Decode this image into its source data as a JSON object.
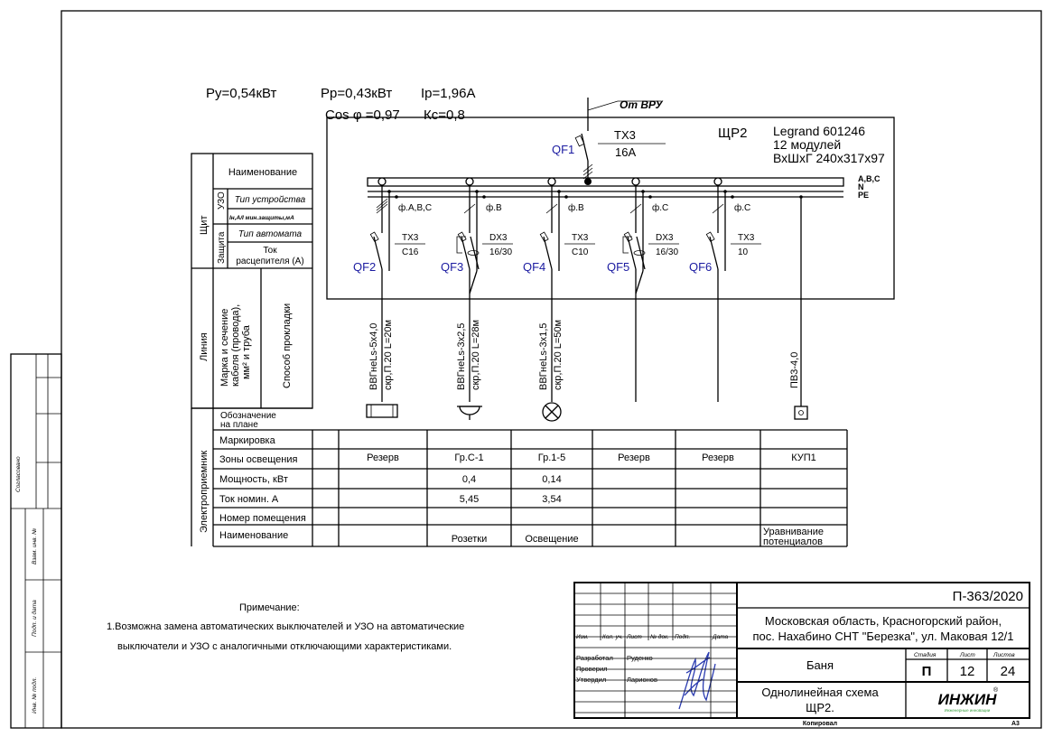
{
  "header_params": {
    "py": "Ру=0,54кВт",
    "pp": "Рр=0,43кВт",
    "ip": "Iр=1,96А",
    "cos": "Cos φ =0,97",
    "kc": "Кс=0,8"
  },
  "board": {
    "source": "От ВРУ",
    "qf1_label": "QF1",
    "qf1_type": "TX3",
    "qf1_rating": "16A",
    "name": "ЩР2",
    "model": "Legrand 601246",
    "modules": "12 модулей",
    "dims": "ВхШхГ 240x317x97",
    "bus_labels": [
      "A,B,C",
      "N",
      "PE"
    ]
  },
  "feeders": [
    {
      "qf": "QF2",
      "phase": "ф.A,B,C",
      "type": "TX3",
      "rating": "C16",
      "rcd": false,
      "cable": "ВВГнеLs-5х4,0",
      "laying": "скр,П.20 L=20м",
      "symbol": "panel"
    },
    {
      "qf": "QF3",
      "phase": "ф.B",
      "type": "DX3",
      "rating": "16/30",
      "rcd": true,
      "cable": "ВВГнеLs-3х2,5",
      "laying": "скр,П.20 L=28м",
      "symbol": "socket"
    },
    {
      "qf": "QF4",
      "phase": "ф.B",
      "type": "TX3",
      "rating": "C10",
      "rcd": false,
      "cable": "ВВГнеLs-3х1,5",
      "laying": "скр,П.20 L=50м",
      "symbol": "lamp"
    },
    {
      "qf": "QF5",
      "phase": "ф.C",
      "type": "DX3",
      "rating": "16/30",
      "rcd": true,
      "cable": "",
      "laying": "",
      "symbol": "none"
    },
    {
      "qf": "QF6",
      "phase": "ф.C",
      "type": "TX3",
      "rating": "10",
      "rcd": false,
      "cable": "",
      "laying": "",
      "symbol": "none"
    }
  ],
  "pe_cable": "ПВ3-4,0",
  "left_table": {
    "shield": "Щит",
    "rcd": "УЗО",
    "protection": "Защита",
    "name": "Наименование",
    "device_type": "Тип устройства",
    "leak": "Iн,А/I мин.защиты,мА",
    "breaker_type": "Тип автомата",
    "trip_current": [
      "Ток",
      "расцепителя (А)"
    ],
    "line": "Линия",
    "cable_mark": [
      "Марка и сечение",
      "кабеля (провода),",
      "мм² и труба"
    ],
    "laying": "Способ прокладки",
    "receiver": "Электроприемник",
    "plan_mark": [
      "Обозначение",
      "на плане"
    ]
  },
  "receiver_table": {
    "row_labels": [
      "Маркировка",
      "Зоны освещения",
      "Мощность, кВт",
      "Ток номин. А",
      "Номер помещения",
      "Наименование"
    ],
    "zones": [
      "Резерв",
      "Гр.С-1",
      "Гр.1-5",
      "Резерв",
      "Резерв",
      "КУП1"
    ],
    "power": [
      "",
      "0,4",
      "0,14",
      "",
      "",
      ""
    ],
    "current": [
      "",
      "5,45",
      "3,54",
      "",
      "",
      ""
    ],
    "names": [
      "",
      "Розетки",
      "Освещение",
      "",
      "",
      ""
    ],
    "last_name": [
      "Уравнивание",
      "потенциалов"
    ]
  },
  "notes": {
    "title": "Примечание:",
    "line1": "1.Возможна замена автоматических выключателей и УЗО на автоматические",
    "line2": "выключатели и УЗО с аналогичными отключающими характеристиками."
  },
  "title_block": {
    "doc_no": "П-363/2020",
    "address1": "Московская область, Красногорский район,",
    "address2": "пос. Нахабино СНТ \"Березка\", ул. Маковая 12/1",
    "object": "Баня",
    "stage_label": "Стадия",
    "sheet_label": "Лист",
    "sheets_label": "Листов",
    "stage": "П",
    "sheet": "12",
    "sheets": "24",
    "drawing1": "Однолинейная схема",
    "drawing2": "ЩР2.",
    "col_headers": [
      "Изм.",
      "Кол. уч.",
      "Лист",
      "№ док.",
      "Подп.",
      "Дата"
    ],
    "roles": [
      {
        "role": "Разработал",
        "name": "Руденко"
      },
      {
        "role": "Проверил",
        "name": ""
      },
      {
        "role": "Утвердил",
        "name": "Ларионов"
      }
    ],
    "logo": "ИНЖИН",
    "logo_sub": "Инженерные инновации",
    "reg": "®",
    "copied": "Копировал",
    "format": "А3"
  },
  "side_strip": {
    "agreed": "Согласовано",
    "replace": "Взам. инв. №",
    "sign_date": "Подп. и дата",
    "inv": "Инв. № подл."
  },
  "colors": {
    "qf_label": "#1a1aa0",
    "signature": "#2a3bb0",
    "logo_sub": "#3aa040"
  }
}
